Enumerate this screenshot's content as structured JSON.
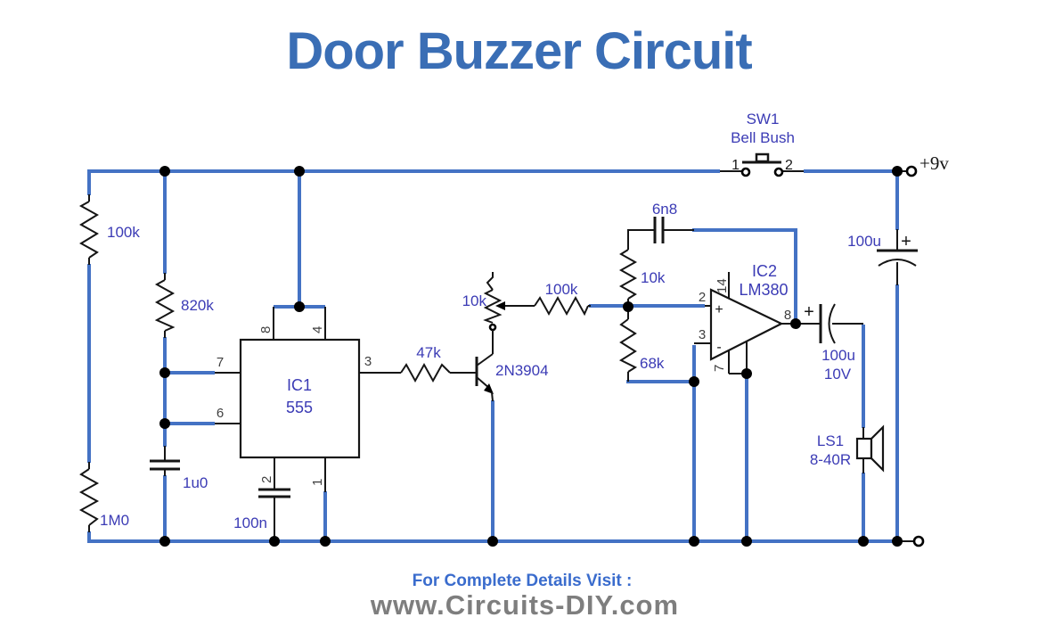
{
  "title": "Door Buzzer Circuit",
  "footer": {
    "line1": "For Complete Details Visit :",
    "line2": "www.Circuits-DIY.com"
  },
  "supply": {
    "positive_label": "+9v"
  },
  "colors": {
    "wire_blue": "#4472c4",
    "label_indigo": "#3b3bb5",
    "title_blue": "#3a6eb5",
    "footer_blue": "#3a6ccd",
    "footer_gray": "#7e7e7e",
    "symbol_black": "#151515"
  },
  "switch_sw1": {
    "ref": "SW1",
    "name": "Bell Bush",
    "pin_left": "1",
    "pin_right": "2"
  },
  "ic1": {
    "ref": "IC1",
    "part": "555",
    "pins": {
      "p1": "1",
      "p2": "2",
      "p3": "3",
      "p4": "4",
      "p6": "6",
      "p7": "7",
      "p8": "8"
    }
  },
  "ic2": {
    "ref": "IC2",
    "part": "LM380",
    "plus": "+",
    "minus": "-",
    "pins": {
      "p2": "2",
      "p3": "3",
      "p7": "7",
      "p8": "8",
      "p14": "14"
    }
  },
  "transistor_q1": {
    "part": "2N3904"
  },
  "resistors": {
    "r1": "100k",
    "r2": "820k",
    "r3": "1M0",
    "r4": "47k",
    "r5_pot": "10k",
    "r6": "100k",
    "r7": "10k",
    "r8": "68k"
  },
  "capacitors": {
    "c1": "1u0",
    "c2": "100n",
    "c3": "6n8",
    "c4_value": "100u",
    "c4_voltage": "10V",
    "c4_plus": "+",
    "c5_value": "100u",
    "c5_plus": "+"
  },
  "speaker_ls1": {
    "ref": "LS1",
    "impedance": "8-40R"
  }
}
